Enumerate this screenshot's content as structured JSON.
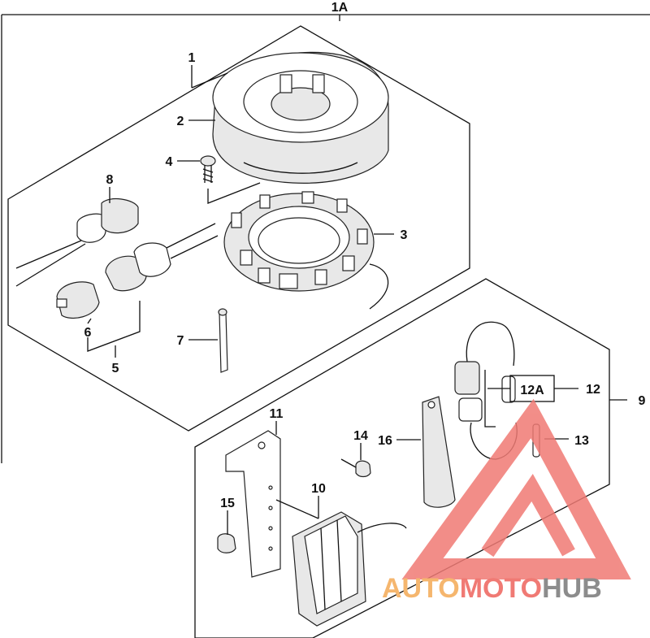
{
  "header": {
    "title": "1A"
  },
  "callouts": {
    "c1": "1",
    "c2": "2",
    "c3": "3",
    "c4": "4",
    "c5": "5",
    "c6": "6",
    "c7": "7",
    "c8": "8",
    "c9": "9",
    "c10": "10",
    "c11": "11",
    "c12": "12",
    "c12a": "12A",
    "c13": "13",
    "c14": "14",
    "c15": "15",
    "c16": "16"
  },
  "watermark": {
    "part1": "AUTO",
    "part2": "MOTO",
    "part3": "HUB",
    "color_orange": "#f5b66e",
    "color_red": "#f07a74",
    "color_gray": "#8c8c8c"
  }
}
